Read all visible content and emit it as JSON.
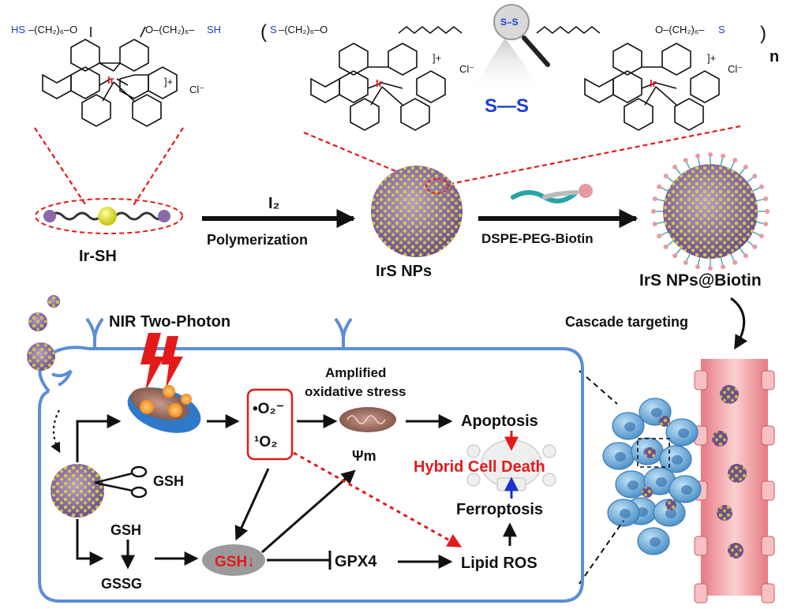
{
  "monomer": {
    "left_tail_sh": "HS",
    "left_tail_chain": "–(CH₂)₆–O",
    "right_tail_chain": "O–(CH₂)₆–",
    "right_tail_sh": "SH",
    "metal": "Ir",
    "charge": "]+",
    "counterion": "Cl⁻"
  },
  "polymer": {
    "left_tail_chain": "–(CH₂)₆–O",
    "right_tail_chain": "O–(CH₂)₆–",
    "s": "S",
    "disulfide_small": "S–S",
    "disulfide_large": "S—S",
    "metal": "Ir",
    "charge": "]+",
    "counterion": "Cl⁻",
    "repeat": "n"
  },
  "step1": {
    "reagent": "I₂",
    "label": "Polymerization",
    "start": "Ir-SH",
    "product": "IrS NPs"
  },
  "step2": {
    "reagent_label": "DSPE-PEG-Biotin",
    "product": "IrS NPs@Biotin"
  },
  "targeting": "Cascade targeting",
  "cell": {
    "light": "NIR Two-Photon",
    "gsh_scissor": "GSH",
    "gsh": "GSH",
    "gssg": "GSSG",
    "ros_superoxide": "•O₂⁻",
    "ros_singlet": "¹O₂",
    "amplified_1": "Amplified",
    "amplified_2": "oxidative stress",
    "psi": "Ψm",
    "apoptosis": "Apoptosis",
    "hybrid": "Hybrid Cell Death",
    "ferroptosis": "Ferroptosis",
    "lipid_ros": "Lipid ROS",
    "gsh_down": "GSH↓",
    "gpx4": "GPX4"
  },
  "colors": {
    "sh_blue": "#1a3fd6",
    "ir_red": "#e3161b",
    "arrow_red": "#e31a1a",
    "cell_border": "#5b8ed6",
    "vessel": "#f4a5a8",
    "np_purple": "#8a6aa8",
    "np_yellow": "#d6d43a"
  }
}
